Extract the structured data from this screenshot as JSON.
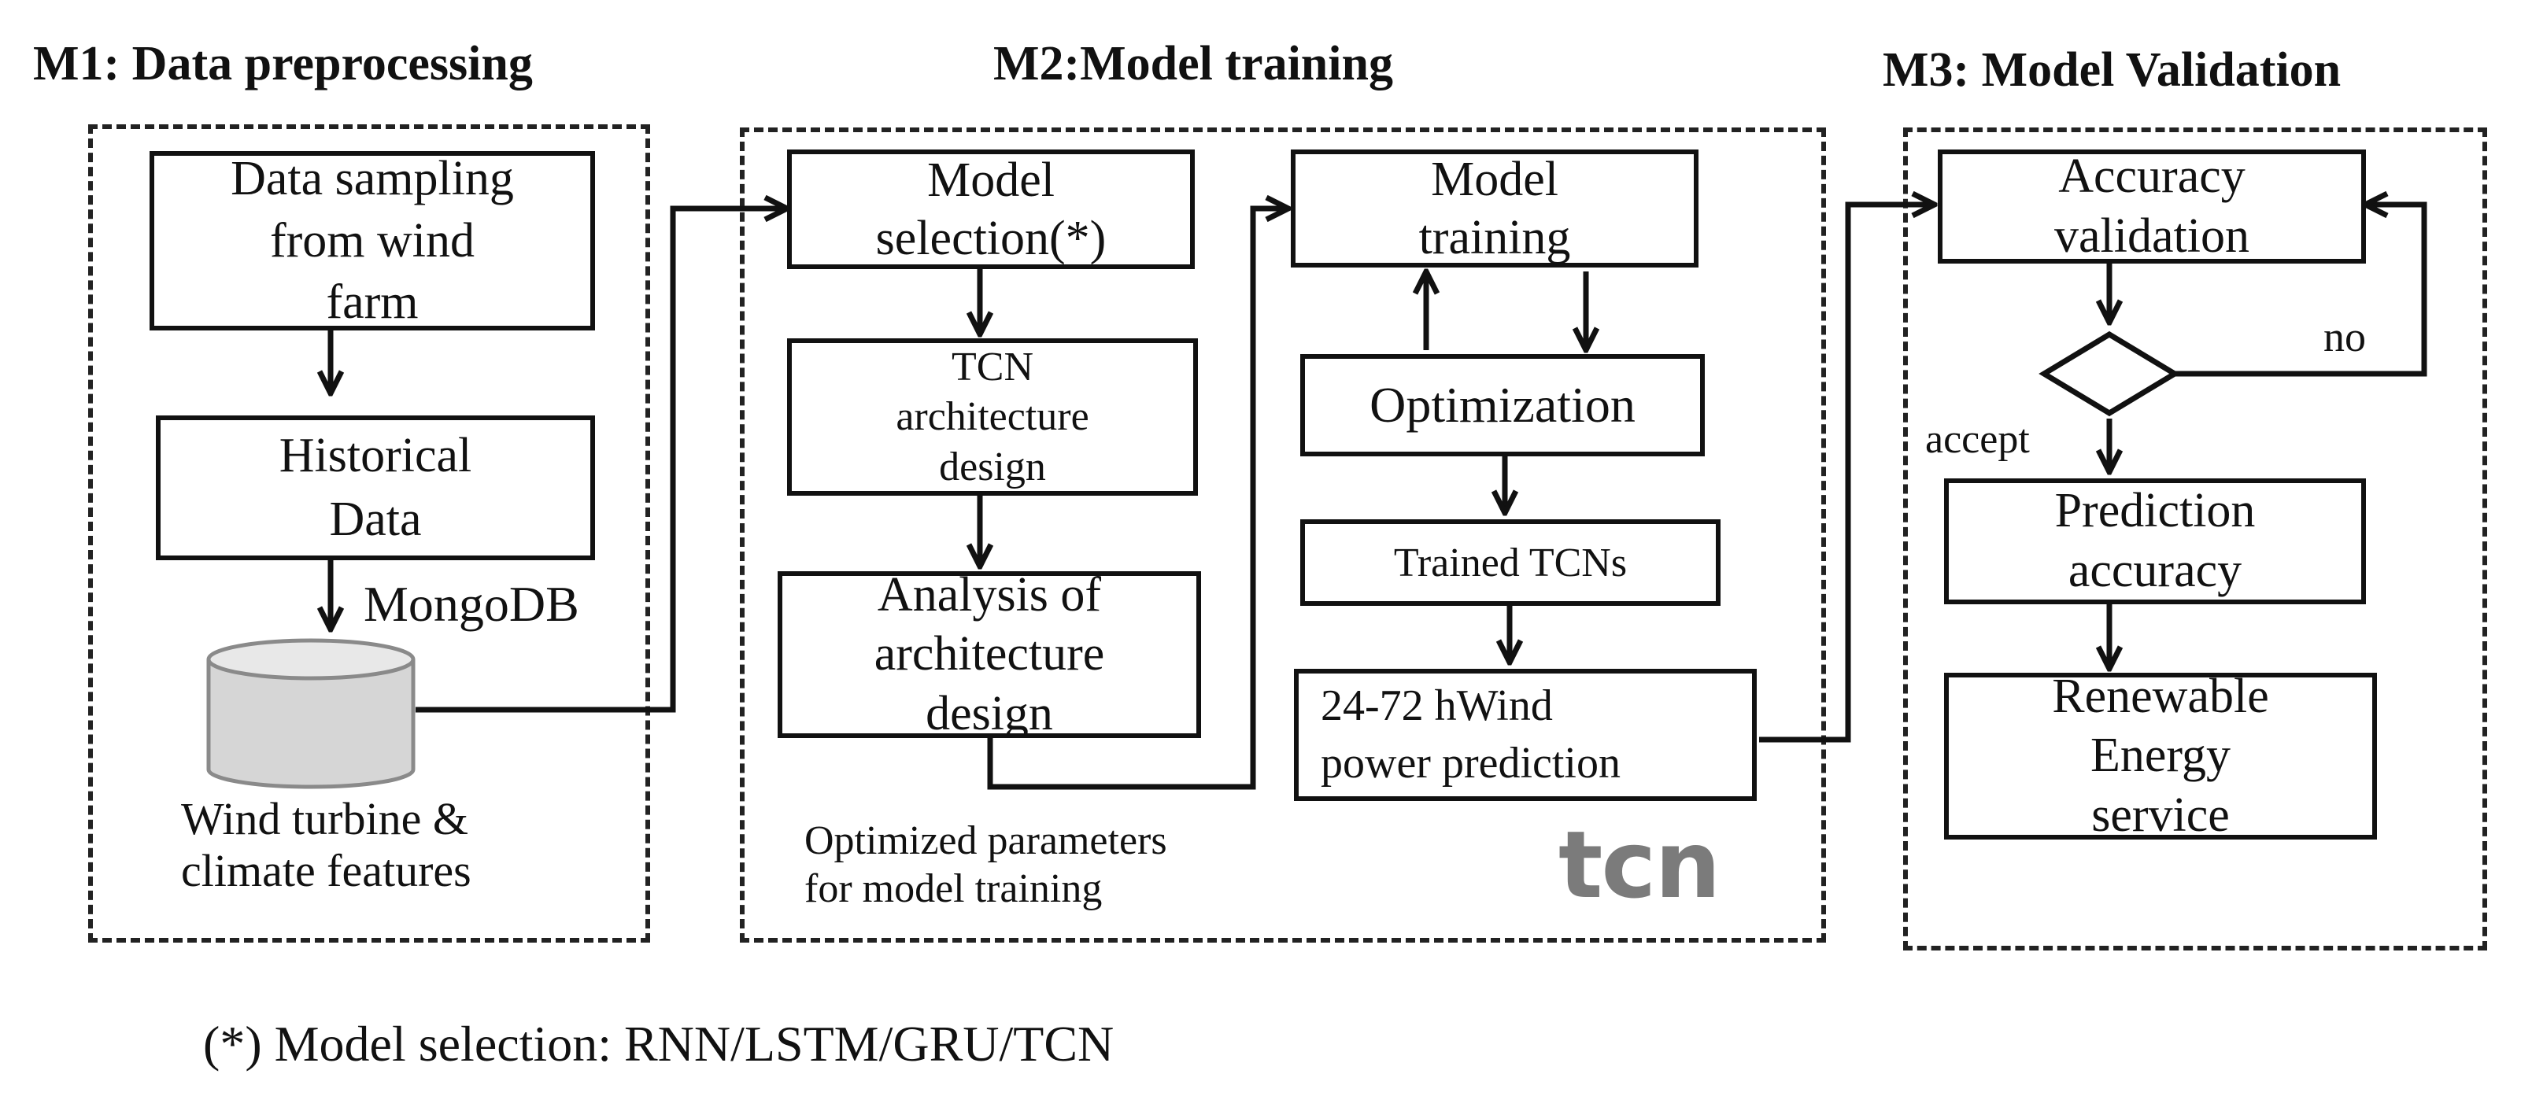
{
  "modules": {
    "m1": {
      "title": "M1: Data preprocessing"
    },
    "m2": {
      "title": "M2:Model training"
    },
    "m3": {
      "title": "M3: Model Validation"
    }
  },
  "boxes": {
    "data_sampling": "Data sampling\nfrom wind\nfarm",
    "historical_data": "Historical\nData",
    "model_selection": "Model\nselection(*)",
    "tcn_architecture": "TCN\narchitecture\ndesign",
    "analysis_architecture": "Analysis of\narchitecture\ndesign",
    "model_training": "Model\ntraining",
    "optimization": "Optimization",
    "trained_tcns": "Trained  TCNs",
    "wind_power_prediction": "24-72 hWind\npower prediction",
    "accuracy_validation": "Accuracy\nvalidation",
    "prediction_accuracy": "Prediction\naccuracy",
    "renewable_energy": "Renewable\nEnergy\nservice"
  },
  "labels": {
    "mongodb": "MongoDB",
    "database_caption": "Wind turbine &\nclimate features",
    "optimized_params": "Optimized  parameters\nfor model training",
    "decision_no": "no",
    "decision_accept": "accept",
    "tcn_logo": "tcn"
  },
  "footnote": "(*) Model selection: RNN/LSTM/GRU/TCN",
  "colors": {
    "stroke": "#111111",
    "logo": "#7b7b7b",
    "db_fill": "#d9d9d9"
  }
}
